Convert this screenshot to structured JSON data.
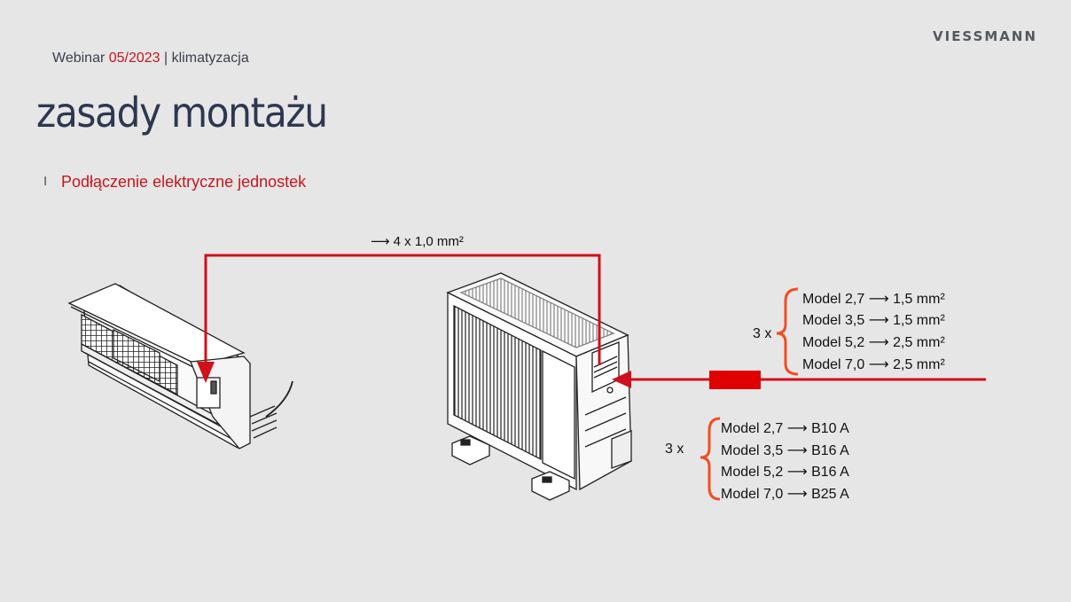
{
  "brand": {
    "logo_text": "VIESSMANN"
  },
  "header": {
    "prefix": "Webinar ",
    "code": "05/2023",
    "separator": " | ",
    "topic": "klimatyzacja"
  },
  "title": "zasady montażu",
  "section": {
    "marker": "I",
    "label": "Podłączenie elektryczne jednostek"
  },
  "diagram": {
    "connection_cable": "⟶ 4 x 1,0 mm²",
    "supply_cable": {
      "multiplier": "3 x",
      "models": [
        "Model 2,7 ⟶ 1,5 mm²",
        "Model 3,5 ⟶ 1,5 mm²",
        "Model 5,2 ⟶ 2,5 mm²",
        "Model 7,0 ⟶ 2,5 mm²"
      ]
    },
    "breaker": {
      "multiplier": "3 x",
      "models": [
        "Model 2,7 ⟶ B10 A",
        "Model 3,5 ⟶ B16 A",
        "Model 5,2 ⟶ B16 A",
        "Model 7,0 ⟶ B25 A"
      ]
    }
  },
  "colors": {
    "accent_red": "#c8161d",
    "cable_red": "#d0101a",
    "brace_orange": "#f04e23",
    "title_navy": "#2d3750"
  }
}
